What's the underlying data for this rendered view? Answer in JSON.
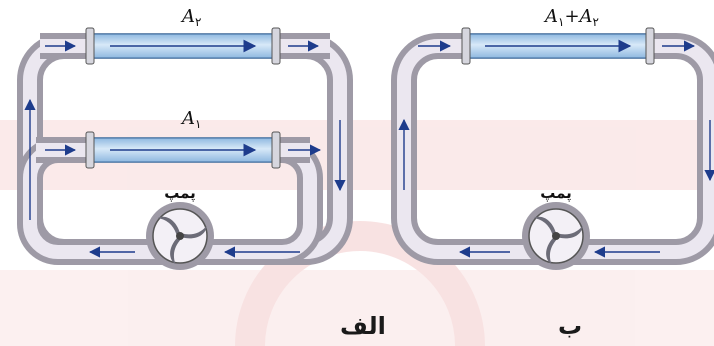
{
  "figure": {
    "captions": {
      "alef": "الف",
      "be": "ب"
    },
    "left_system": {
      "pump_label": "پمپ",
      "pipe_top_label": {
        "base": "A",
        "sub": "۲"
      },
      "pipe_middle_label": {
        "base": "A",
        "sub": "۱"
      }
    },
    "right_system": {
      "pump_label": "پمپ",
      "pipe_label": {
        "a": "A",
        "sub1": "۱",
        "plus": "+",
        "b": "A",
        "sub2": "۲"
      }
    },
    "colors": {
      "pipe_outer": "#9e9aa6",
      "pipe_inner": "#ebe7f0",
      "glass": "#b9d6f0",
      "glass_edge": "#5a86b4",
      "arrow": "#1e3c8c",
      "watermark": "#f7d9d9"
    }
  }
}
